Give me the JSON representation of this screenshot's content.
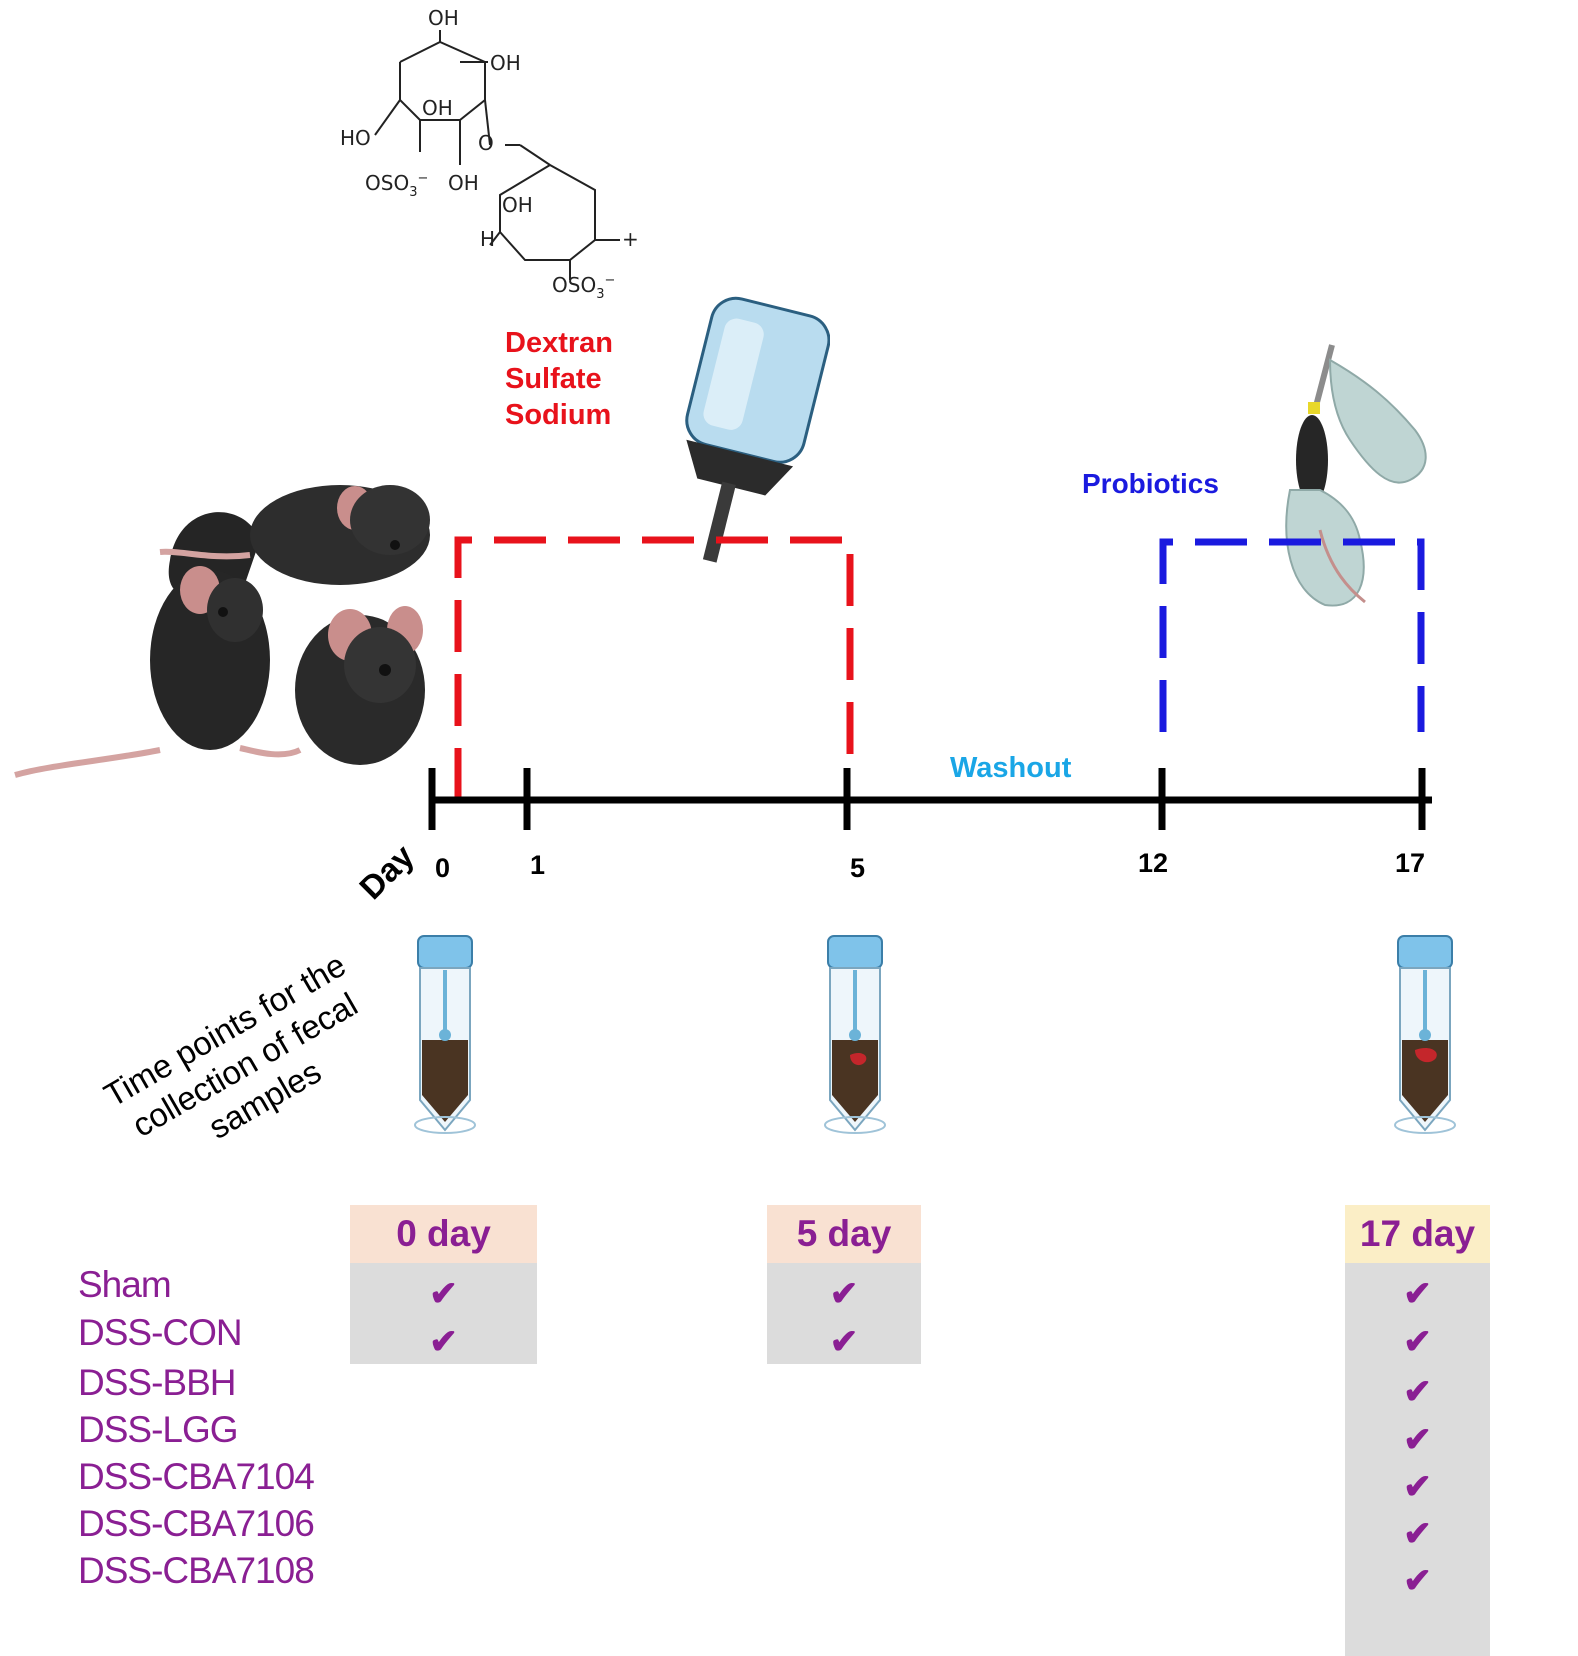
{
  "structure_labels": {
    "oh_top": "OH",
    "oh_right": "OH",
    "oh_mid": "OH",
    "ho_left": "HO",
    "o_bridge": "O",
    "oso3_left": "OSO",
    "oh_bottom": "OH",
    "oh_ring2": "OH",
    "h_ring2": "H",
    "plus": "+",
    "oso3_bottom": "OSO",
    "sub3": "3",
    "minus": "−"
  },
  "dss_label": [
    "Dextran",
    "Sulfate",
    "Sodium"
  ],
  "probiotics_label": "Probiotics",
  "washout_label": "Washout",
  "axis_label": "Day",
  "ticks": [
    "0",
    "1",
    "5",
    "12",
    "17"
  ],
  "fecal_note": [
    "Time points for the",
    "collection of fecal",
    "samples"
  ],
  "columns": [
    {
      "header": "0 day",
      "checks": [
        "✔",
        "✔"
      ]
    },
    {
      "header": "5 day",
      "checks": [
        "✔",
        "✔"
      ]
    },
    {
      "header": "17 day",
      "checks": [
        "✔",
        "✔",
        "✔",
        "✔",
        "✔",
        "✔",
        "✔"
      ]
    }
  ],
  "groups": [
    "Sham",
    "DSS-CON",
    "DSS-BBH",
    "DSS-LGG",
    "DSS-CBA7104",
    "DSS-CBA7106",
    "DSS-CBA7108"
  ],
  "colors": {
    "dss": "#e8121b",
    "probiotics": "#1a1adf",
    "washout": "#1aa6e6",
    "group_text": "#8a1f93",
    "header_peach": "#f9e1d2",
    "header_yellow": "#fbeec6",
    "cell_gray": "#dcdcdc"
  },
  "icons": [
    "dextran-structure-icon",
    "water-bottle-icon",
    "mice-group-icon",
    "gavage-hand-icon",
    "fecal-tube-icon",
    "checkmark-icon"
  ]
}
